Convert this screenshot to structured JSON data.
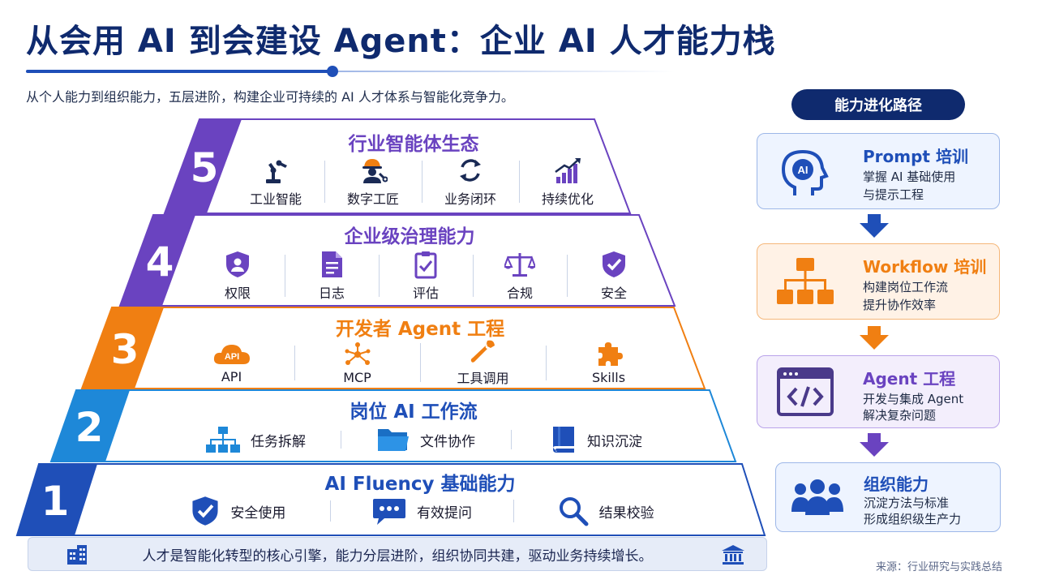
{
  "header": {
    "title": "从会用 AI 到会建设 Agent：企业 AI 人才能力栈",
    "subtitle": "从个人能力到组织能力，五层进阶，构建企业可持续的 AI 人才体系与智能化竞争力。"
  },
  "pyramid": [
    {
      "num": "5",
      "title": "行业智能体生态",
      "color": "#6a43c0",
      "items": [
        {
          "label": "工业智能",
          "icon": "robot-arm-icon"
        },
        {
          "label": "数字工匠",
          "icon": "worker-icon"
        },
        {
          "label": "业务闭环",
          "icon": "cycle-icon"
        },
        {
          "label": "持续优化",
          "icon": "growth-chart-icon"
        }
      ]
    },
    {
      "num": "4",
      "title": "企业级治理能力",
      "color": "#6a43c0",
      "items": [
        {
          "label": "权限",
          "icon": "user-shield-icon"
        },
        {
          "label": "日志",
          "icon": "document-icon"
        },
        {
          "label": "评估",
          "icon": "checklist-icon"
        },
        {
          "label": "合规",
          "icon": "scale-icon"
        },
        {
          "label": "安全",
          "icon": "shield-check-icon"
        }
      ]
    },
    {
      "num": "3",
      "title": "开发者 Agent 工程",
      "color": "#f07f12",
      "items": [
        {
          "label": "API",
          "icon": "api-cloud-icon"
        },
        {
          "label": "MCP",
          "icon": "network-icon"
        },
        {
          "label": "工具调用",
          "icon": "wrench-icon"
        },
        {
          "label": "Skills",
          "icon": "puzzle-icon"
        }
      ]
    },
    {
      "num": "2",
      "title": "岗位 AI 工作流",
      "color": "#1e88d8",
      "items": [
        {
          "label": "任务拆解",
          "icon": "hierarchy-icon"
        },
        {
          "label": "文件协作",
          "icon": "folder-icon"
        },
        {
          "label": "知识沉淀",
          "icon": "book-icon"
        }
      ]
    },
    {
      "num": "1",
      "title": "AI Fluency 基础能力",
      "color": "#1f4fb8",
      "items": [
        {
          "label": "安全使用",
          "icon": "shield-check-icon"
        },
        {
          "label": "有效提问",
          "icon": "chat-icon"
        },
        {
          "label": "结果校验",
          "icon": "search-icon"
        }
      ]
    }
  ],
  "footer": {
    "text": "人才是智能化转型的核心引擎，能力分层进阶，组织协同共建，驱动业务持续增长。"
  },
  "source": "来源：行业研究与实践总结",
  "path": {
    "header": "能力进化路径",
    "cards": [
      {
        "title": "Prompt 培训",
        "desc1": "掌握 AI 基础使用",
        "desc2": "与提示工程",
        "color": "#1f4fb8",
        "icon": "ai-head-icon"
      },
      {
        "title": "Workflow 培训",
        "desc1": "构建岗位工作流",
        "desc2": "提升协作效率",
        "color": "#f07f12",
        "icon": "flowchart-icon"
      },
      {
        "title": "Agent 工程",
        "desc1": "开发与集成 Agent",
        "desc2": "解决复杂问题",
        "color": "#6a43c0",
        "icon": "code-window-icon"
      },
      {
        "title": "组织能力",
        "desc1": "沉淀方法与标准",
        "desc2": "形成组织级生产力",
        "color": "#1f4fb8",
        "icon": "team-icon"
      }
    ]
  }
}
